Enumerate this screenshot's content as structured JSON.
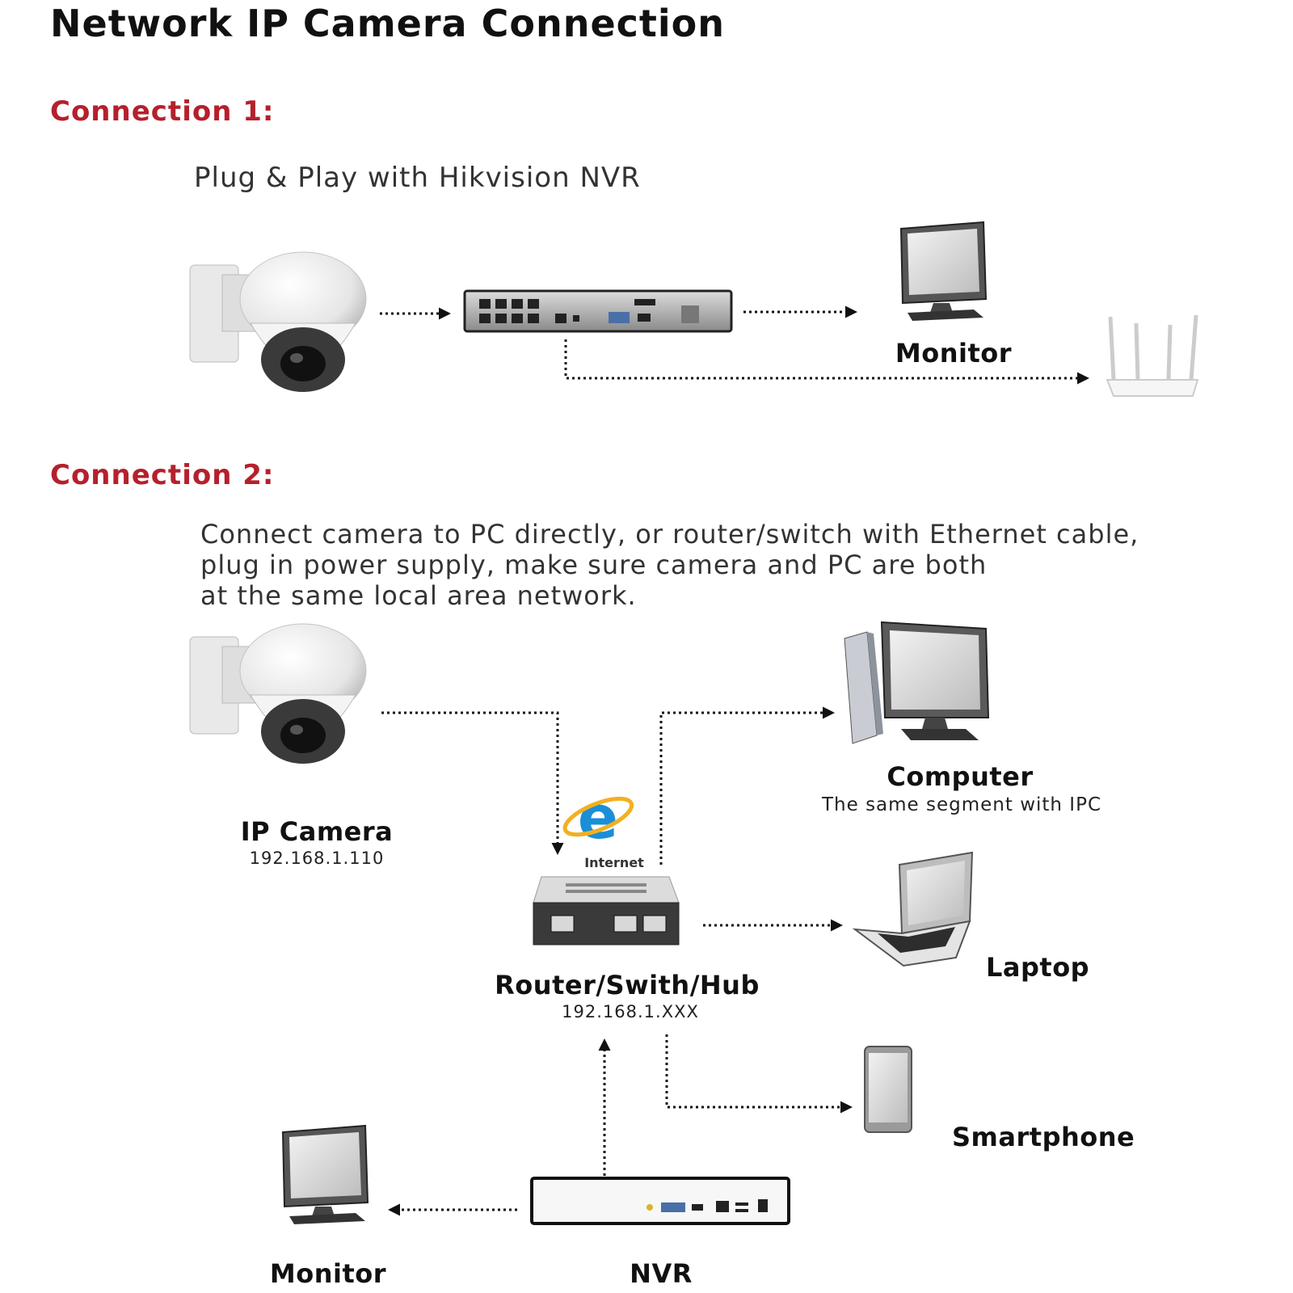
{
  "title": "Network IP Camera Connection",
  "connection1": {
    "heading": "Connection 1:",
    "description": "Plug & Play with Hikvision NVR",
    "monitor_label": "Monitor"
  },
  "connection2": {
    "heading": "Connection 2:",
    "description": "Connect camera to PC directly, or router/switch with Ethernet cable,\nplug in power supply, make sure camera and PC are both\nat the same local area network.",
    "ip_camera_label": "IP Camera",
    "ip_camera_address": "192.168.1.110",
    "internet_label": "Internet",
    "router_label": "Router/Swith/Hub",
    "router_address": "192.168.1.XXX",
    "computer_label": "Computer",
    "computer_note": "The same segment with IPC",
    "laptop_label": "Laptop",
    "smartphone_label": "Smartphone",
    "monitor_label": "Monitor",
    "nvr_label": "NVR"
  },
  "colors": {
    "heading_red": "#b5202c",
    "internet_blue": "#1a8fd8",
    "device_dark": "#2b2b2b",
    "device_light": "#e8e8e8"
  },
  "icons": [
    "dome-camera-icon",
    "nvr-icon",
    "monitor-icon",
    "wifi-router-icon",
    "internet-explorer-icon",
    "network-switch-icon",
    "desktop-computer-icon",
    "laptop-icon",
    "smartphone-icon",
    "arrow-icon"
  ]
}
